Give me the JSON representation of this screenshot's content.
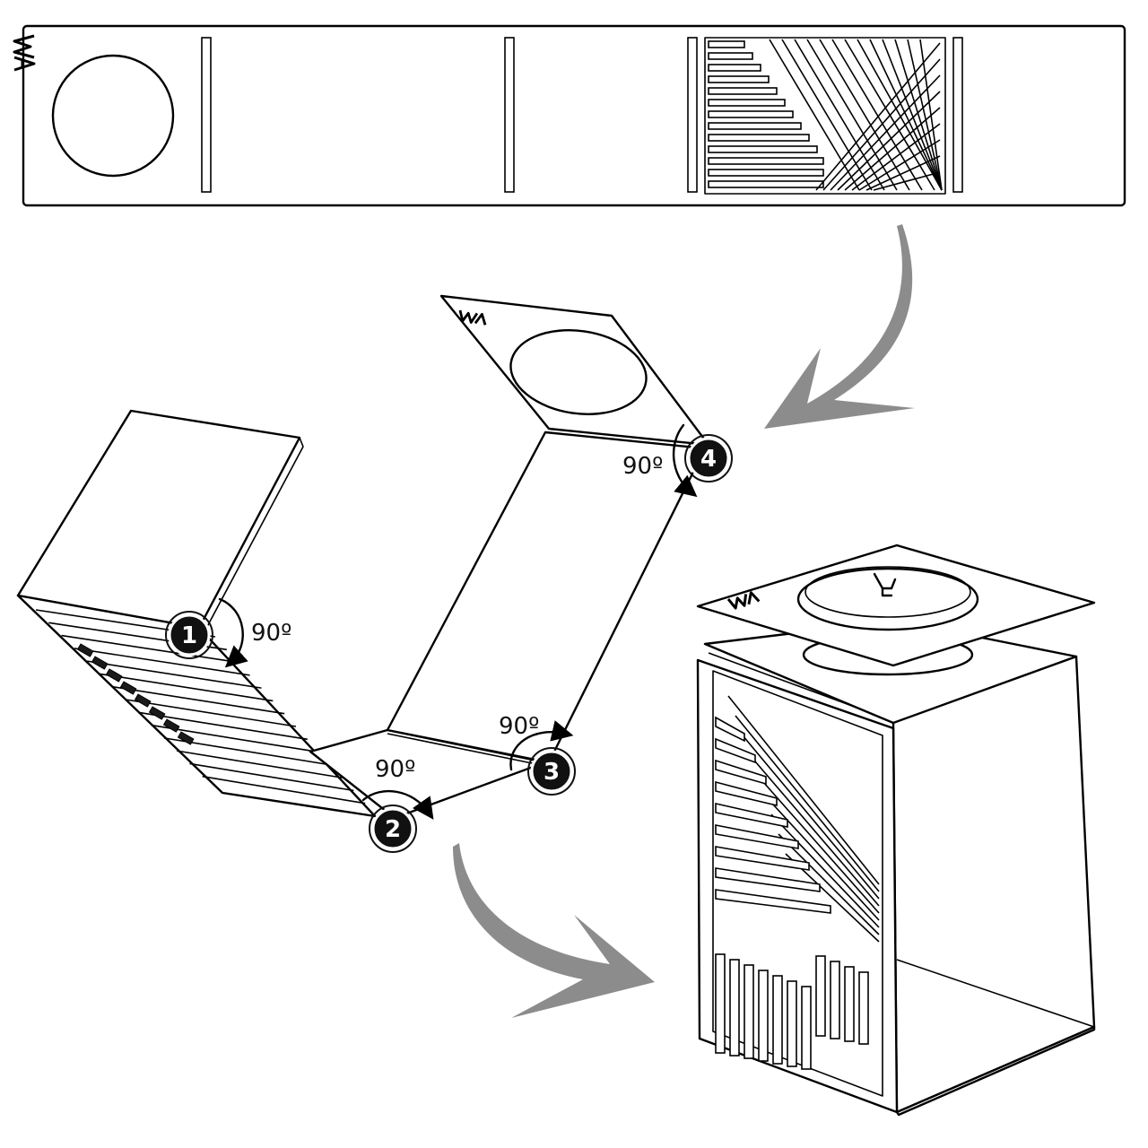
{
  "steps": [
    {
      "number": "1",
      "angle": "90º"
    },
    {
      "number": "2",
      "angle": "90º"
    },
    {
      "number": "3",
      "angle": "90º"
    },
    {
      "number": "4",
      "angle": "90º"
    }
  ],
  "logo_mark": "WA",
  "colors": {
    "line": "#000000",
    "badge": "#111111",
    "flow_arrow": "#8c8c8c",
    "background": "#ffffff"
  }
}
